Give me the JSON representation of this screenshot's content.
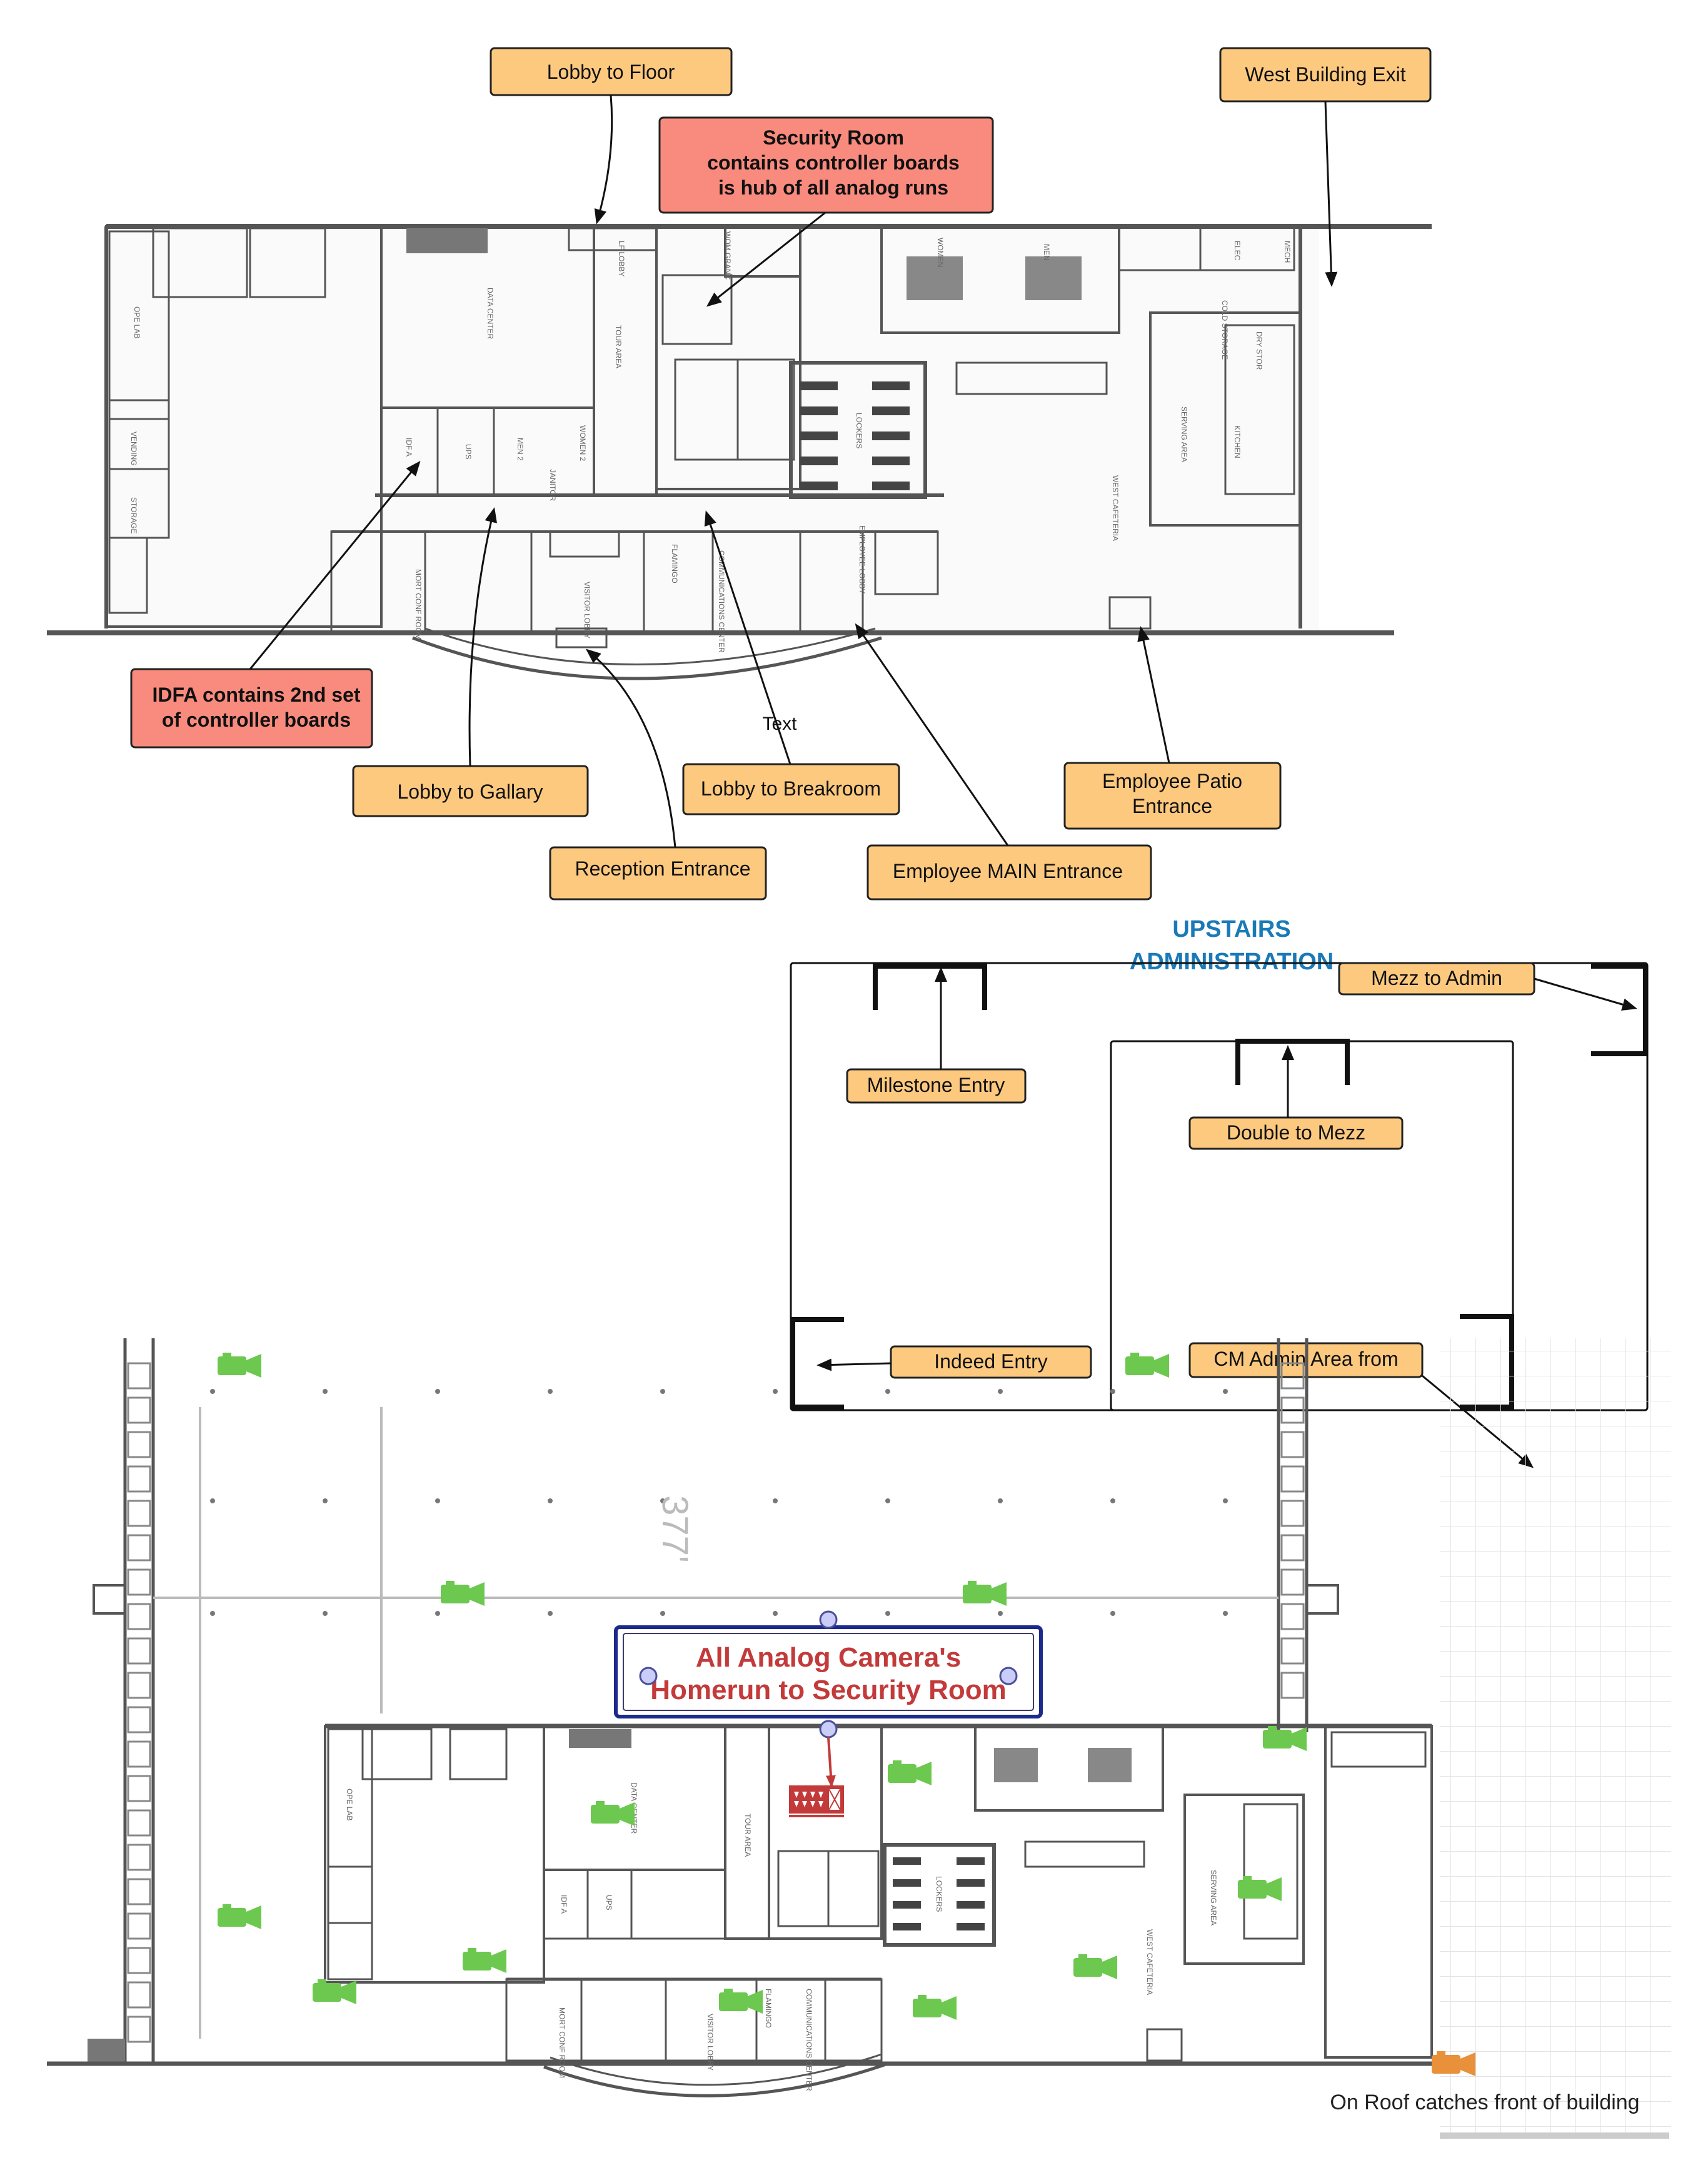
{
  "title_upstairs": "UPSTAIRS ADMINISTRATION",
  "callouts": {
    "lobby_to_floor": "Lobby to Floor",
    "west_building_exit": "West Building Exit",
    "security_room": [
      "Security Room",
      "contains controller boards",
      "is hub of all analog runs"
    ],
    "idfa": [
      "IDFA contains 2nd set",
      "of controller boards"
    ],
    "lobby_to_gallary": "Lobby to Gallary",
    "text_label": "Text",
    "lobby_to_breakroom": "Lobby to Breakroom",
    "reception_entrance": "Reception Entrance",
    "employee_main_entrance": "Employee MAIN Entrance",
    "employee_patio_entrance": [
      "Employee Patio",
      "Entrance"
    ],
    "mezz_to_admin": "Mezz to Admin",
    "milestone_entry": "Milestone Entry",
    "double_to_mezz": "Double to Mezz",
    "indeed_entry": "Indeed Entry",
    "cm_admin_area": "CM Admin Area from"
  },
  "analog_box": [
    "All Analog Camera's",
    "Homerun to Security Room"
  ],
  "roof_note": "On Roof catches front of building",
  "dimension_text": "377'",
  "room_labels": {
    "ope_lab": "OPE LAB",
    "data_center": "DATA CENTER",
    "tour_area": "TOUR AREA",
    "lf_lobby": "LF LOBBY",
    "idf_a": "IDF A",
    "ups": "UPS",
    "men2": "MEN 2",
    "women2": "WOMEN 2",
    "janitor": "JANITOR",
    "vending": "VENDING",
    "storage": "STORAGE",
    "mort_conf": "MORT CONF ROOM",
    "visitor_lobby": "VISITOR LOBBY",
    "flamingo": "FLAMINGO",
    "comm_center": "COMMUNICATIONS CENTER",
    "lockers": "LOCKERS",
    "employee_lobby": "EMPLOYEE LOBBY",
    "west_cafeteria": "WEST CAFETERIA",
    "serving_area": "SERVING AREA",
    "kitchen": "KITCHEN",
    "elec": "ELEC",
    "mech": "MECH",
    "cold_storage": "COLD STORAGE",
    "dry_stor": "DRY STOR",
    "women": "WOMEN",
    "men": "MEN",
    "wom_gran": "WOM GRANC"
  },
  "colors": {
    "callout_orange": "#fcc97f",
    "callout_red": "#f98b7e",
    "camera_green": "#6cc84e",
    "camera_orange": "#e8913a",
    "upstairs_blue": "#1a7ab8",
    "analog_text_red": "#c33a3a",
    "analog_border": "#1c2a8c"
  },
  "icons": [
    "camera-icon",
    "controller-board-icon",
    "arrow-icon"
  ]
}
